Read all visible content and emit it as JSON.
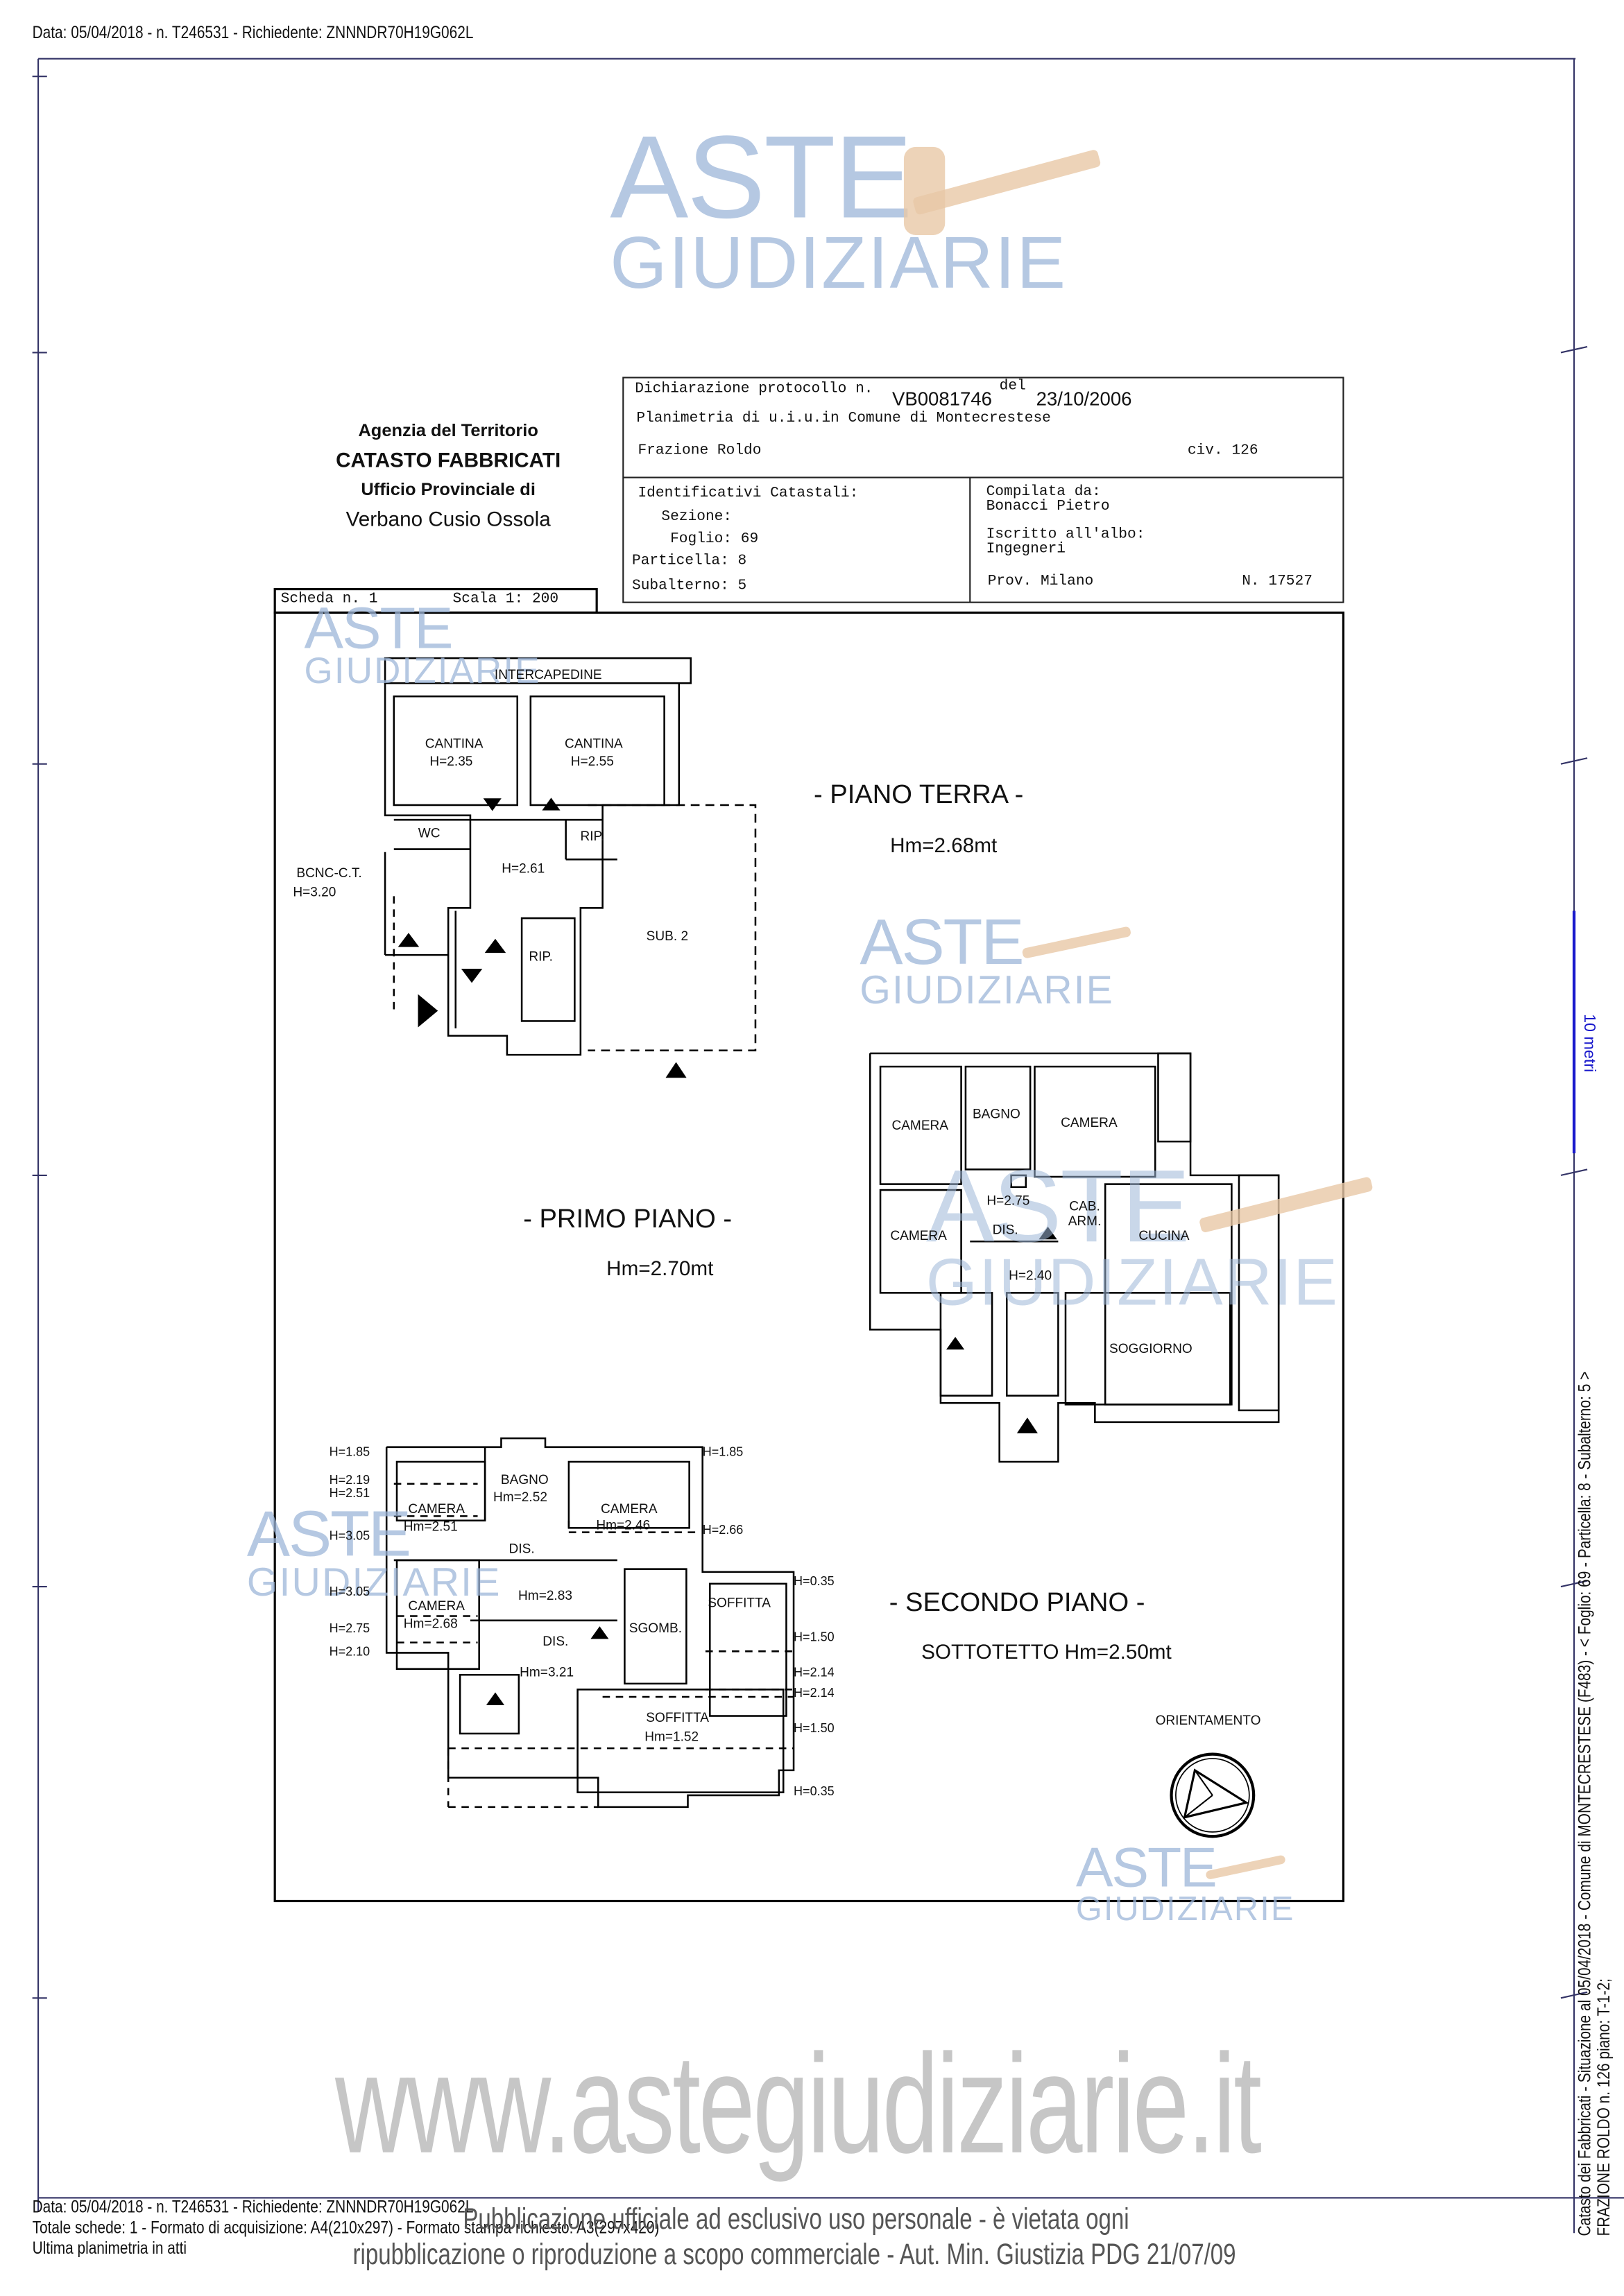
{
  "header_line": "Data: 05/04/2018 - n. T246531 - Richiedente: ZNNNDR70H19G062L",
  "watermark": {
    "logo_line1": "ASTE",
    "logo_line2": "GIUDIZIARIE",
    "site": "www.astegiudiziarie.it"
  },
  "agency": {
    "line1": "Agenzia del Territorio",
    "line2": "CATASTO FABBRICATI",
    "line3": "Ufficio Provinciale di",
    "line4": "Verbano Cusio Ossola"
  },
  "declaration": {
    "protocol_label": "Dichiarazione protocollo n.",
    "protocol": "VB0081746",
    "del_label": "del",
    "date": "23/10/2006",
    "planimetria": "Planimetria di u.i.u.in Comune di Montecrestese",
    "frazione": "Frazione Roldo",
    "civ": "civ. 126",
    "ident_label": "Identificativi Catastali:",
    "sezione": "Sezione:",
    "foglio": "Foglio: 69",
    "particella": "Particella: 8",
    "subalterno": "Subalterno: 5",
    "compilata_label": "Compilata da:",
    "compilata": "Bonacci Pietro",
    "albo_label": "Iscritto all'albo:",
    "albo": "Ingegneri",
    "prov": "Prov. Milano",
    "numero": "N. 17527"
  },
  "scheda": {
    "label": "Scheda n. 1",
    "scala": "Scala 1: 200"
  },
  "piano_terra": {
    "title": "- PIANO TERRA -",
    "hm": "Hm=2.68mt",
    "labels": [
      "INTERCAPEDINE",
      "CANTINA",
      "H=2.35",
      "CANTINA",
      "H=2.55",
      "WC",
      "RIP.",
      "H=2.61",
      "BCNC-C.T.",
      "H=3.20",
      "RIP.",
      "SUB. 2"
    ]
  },
  "primo_piano": {
    "title": "- PRIMO PIANO -",
    "hm": "Hm=2.70mt",
    "labels": [
      "CAMERA",
      "BAGNO",
      "CAMERA",
      "H=2.75",
      "CAB.",
      "ARM.",
      "CAMERA",
      "DIS.",
      "CUCINA",
      "H=2.40",
      "SOGGIORNO"
    ]
  },
  "secondo_piano": {
    "title": "- SECONDO PIANO -",
    "hm": "SOTTOTETTO Hm=2.50mt",
    "labels": [
      "CAMERA",
      "Hm=2.51",
      "BAGNO",
      "Hm=2.52",
      "CAMERA",
      "Hm=2.46",
      "DIS.",
      "Hm=2.83",
      "CAMERA",
      "Hm=2.68",
      "SGOMB.",
      "SOFFITTA",
      "DIS.",
      "Hm=3.21",
      "SOFFITTA",
      "Hm=1.52"
    ],
    "left_heights": [
      "H=1.85",
      "H=2.19",
      "H=2.51",
      "H=3.05",
      "H=3.05",
      "H=2.75",
      "H=2.10"
    ],
    "right_heights": [
      "H=1.85",
      "H=2.66",
      "H=0.35",
      "H=1.50",
      "H=2.14",
      "H=2.14",
      "H=1.50",
      "H=0.35"
    ]
  },
  "orientamento": "ORIENTAMENTO",
  "scale_bar": "10 metri",
  "side_text": {
    "line1": "Catasto dei Fabbricati - Situazione al 05/04/2018 - Comune di MONTECRESTESE (F483) - < Foglio: 69 - Particella: 8 - Subalterno: 5 >",
    "line2": "FRAZIONE ROLDO n. 126 piano: T-1-2;"
  },
  "footer": {
    "line1": "Data: 05/04/2018 - n. T246531 - Richiedente: ZNNNDR70H19G062L",
    "line2": "Totale schede: 1 - Formato di acquisizione: A4(210x297) - Formato stampa richiesto: A3(297x420)",
    "line3": "Ultima planimetria in atti",
    "notice1": "Pubblicazione ufficiale ad esclusivo uso personale - è vietata ogni",
    "notice2": "ripubblicazione o riproduzione a scopo commerciale - Aut. Min. Giustizia PDG 21/07/09"
  },
  "colors": {
    "logo": "#9db6d8",
    "scale_bar": "#1a1acc",
    "frame": "#333366"
  }
}
